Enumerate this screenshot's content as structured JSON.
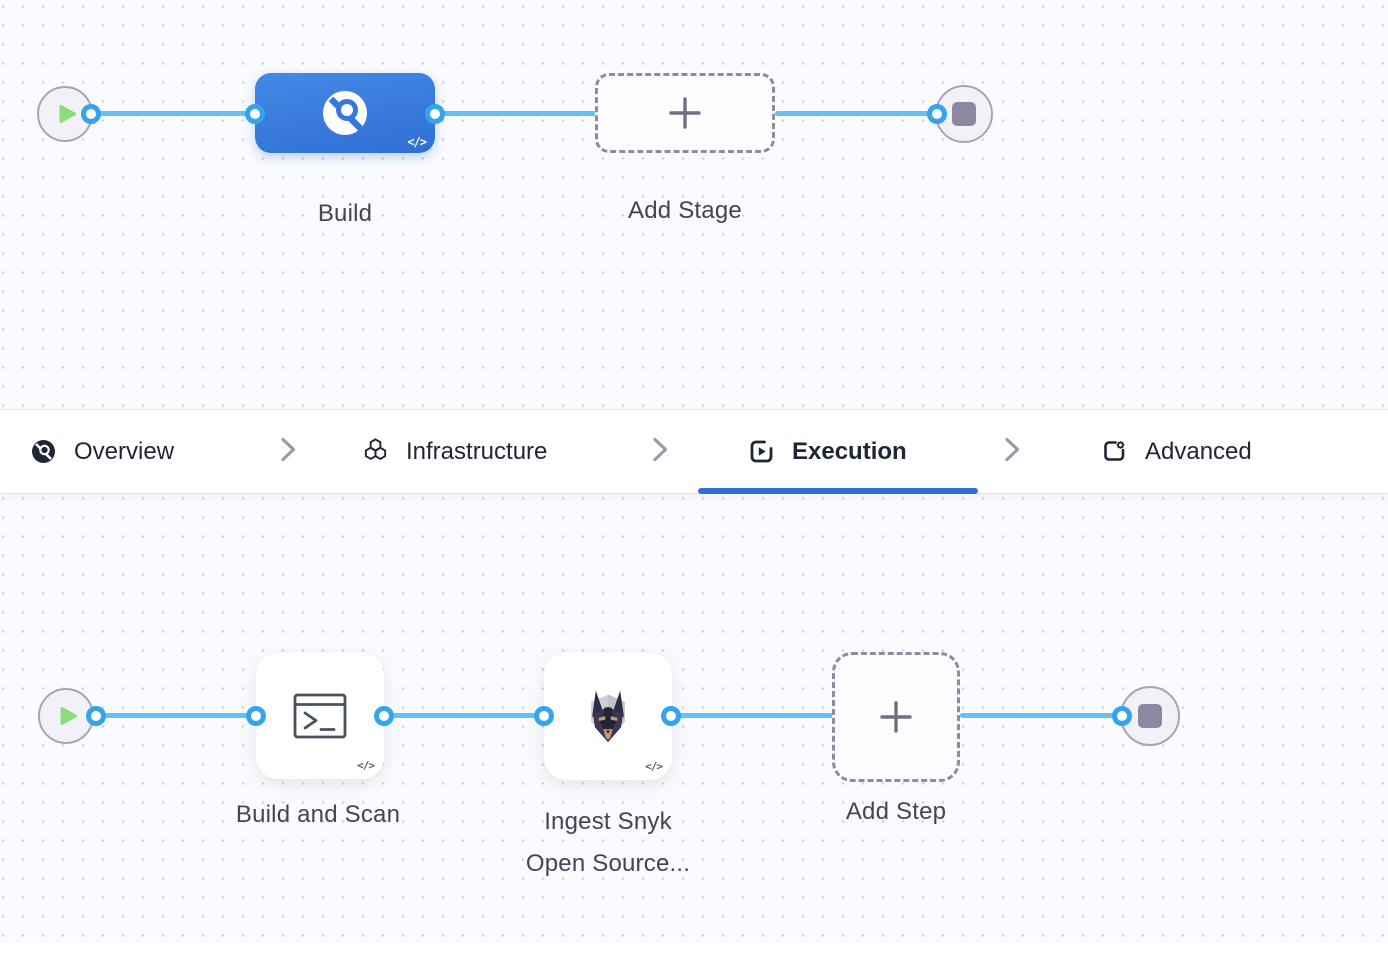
{
  "stage_pipeline": {
    "build_stage": {
      "label": "Build"
    },
    "add_stage": {
      "label": "Add Stage"
    }
  },
  "tab_bar": {
    "items": [
      {
        "label": "Overview",
        "icon": "build-overview-icon",
        "active": false
      },
      {
        "label": "Infrastructure",
        "icon": "infrastructure-hexagons-icon",
        "active": false
      },
      {
        "label": "Execution",
        "icon": "execution-play-icon",
        "active": true
      },
      {
        "label": "Advanced",
        "icon": "advanced-gear-icon",
        "active": false
      }
    ]
  },
  "step_pipeline": {
    "steps": [
      {
        "label": "Build and Scan",
        "icon": "run-step-terminal-icon"
      },
      {
        "label_line1": "Ingest Snyk",
        "label_line2": "Open Source...",
        "icon": "snyk-doberman-icon"
      }
    ],
    "add_step": {
      "label": "Add Step"
    }
  },
  "badges": {
    "code": "</>"
  },
  "icons": {
    "start_node": "play-icon",
    "end_node": "stop-icon",
    "add": "plus-icon",
    "tab_separator": "chevron-right-icon"
  },
  "colors": {
    "active_tab_accent": "#2e6fd3",
    "stage_node_blue": "#3579dc",
    "connector_line_blue": "#63c2f3",
    "connector_ring_blue": "#35a4ec",
    "play_green": "#8cdc7c",
    "terminal_node_gray": "#8b88a0",
    "canvas_background": "#fafbfe"
  }
}
